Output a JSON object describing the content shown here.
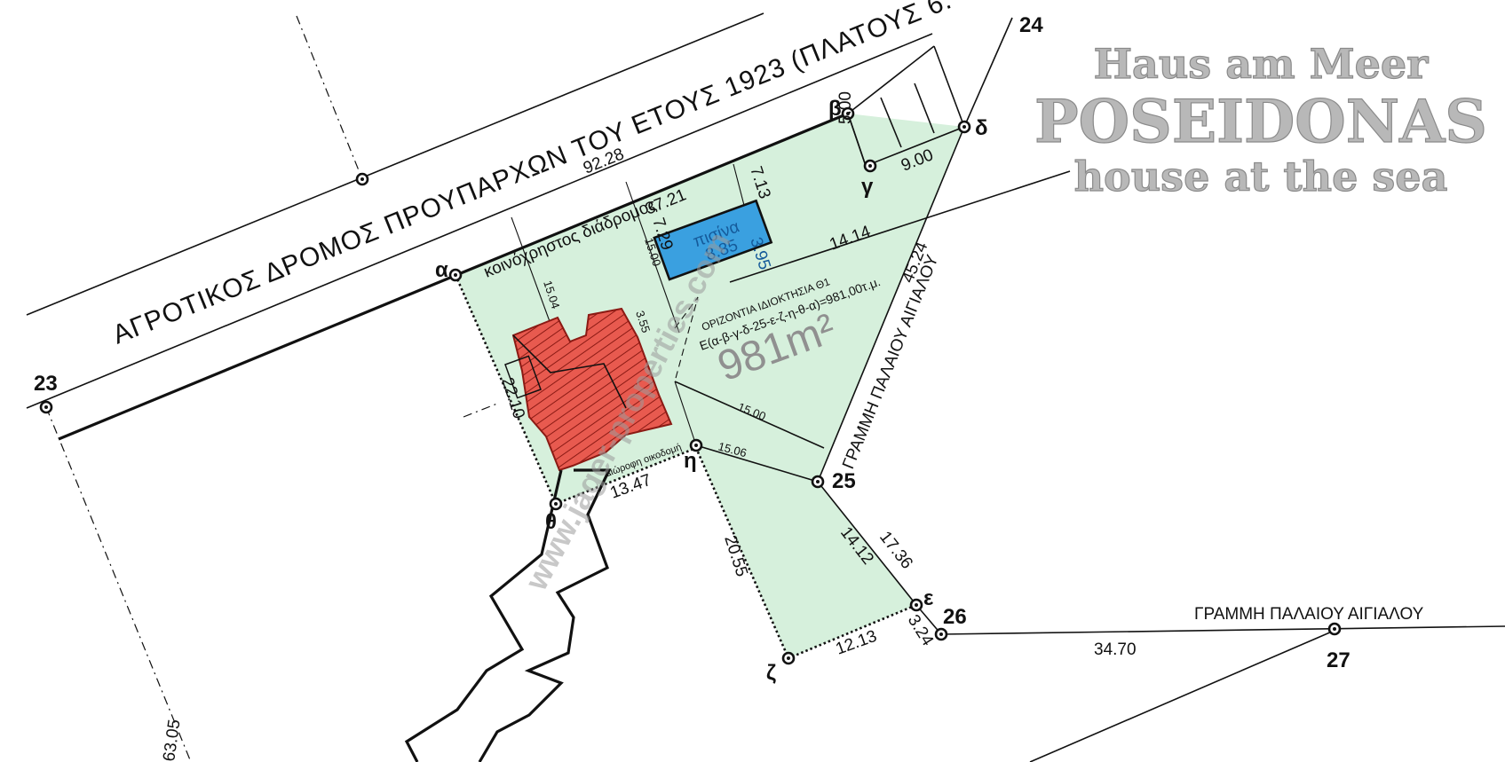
{
  "brand": {
    "line1": "Haus am Meer",
    "line2": "POSEIDONAS",
    "line3": "house at the sea",
    "color": "#b5b5b5"
  },
  "watermark": "www.jager-properties.com",
  "area": "981m²",
  "road_label": "ΑΓΡΟΤΙΚΟΣ ΔΡΟΜΟΣ ΠΡΟΥΠΑΡΧΩΝ ΤΟΥ ΕΤΟΥΣ 1923 (ΠΛΑΤΟΥΣ 6.",
  "common_path": "κοινόχρηστος διάδρομος",
  "shoreline_1": "ΓΡΑΜΜΗ ΠΑΛΑΙΟΥ ΑΙΓΙΑΛΟΥ",
  "shoreline_2": "ΓΡΑΜΜΗ ΠΑΛΑΙΟΥ ΑΙΓΙΑΛΟΥ",
  "ownership_1": "ΟΡΙΖΟΝΤΙΑ ΙΔΙΟΚΤΗΣΙΑ Θ1",
  "ownership_2": "Ε(α-β-γ-δ-25-ε-ζ-η-θ-α)=981,00τ.μ.",
  "pool": {
    "name": "πισίνα",
    "length": "8.85",
    "width": "3.95",
    "color": "#3aa0e0"
  },
  "building_floor": "Διώροφη οικοδομή",
  "colors": {
    "plot_fill": "#d6f0dc",
    "house_fill": "#e85a4f",
    "house_stroke": "#8b1a14"
  },
  "points": {
    "a": "α",
    "b": "β",
    "g": "γ",
    "d": "δ",
    "e": "ε",
    "z": "ζ",
    "h": "η",
    "th": "θ",
    "p23": "23",
    "p24": "24",
    "p25": "25",
    "p26": "26",
    "p27": "27"
  },
  "dims": {
    "d9228": "92.28",
    "d3721": "37.21",
    "d729": "7.29",
    "d713": "7.13",
    "d500": "5.00",
    "d900": "9.00",
    "d1414": "14.14",
    "d4524": "45.24",
    "d1504": "15.04",
    "d1500": "15.00",
    "d355": "3.55",
    "d2210": "22.10",
    "d1500b": "15.00",
    "d1506": "15.06",
    "d1347": "13.47",
    "d2055": "20.55",
    "d1412": "14.12",
    "d1736": "17.36",
    "d1213": "12.13",
    "d324": "3.24",
    "d3470": "34.70",
    "d6305": "63.05"
  }
}
